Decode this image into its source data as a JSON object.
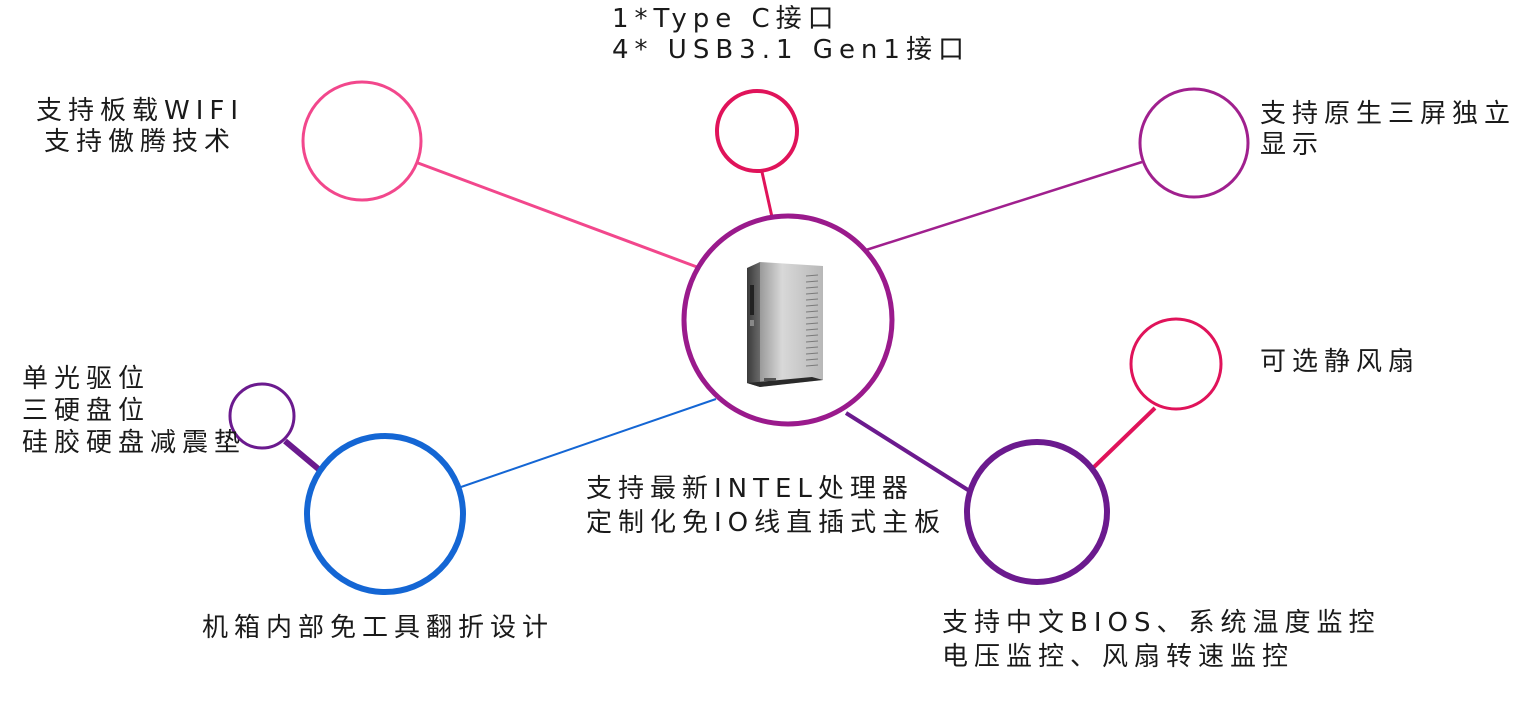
{
  "colors": {
    "pink": "#f2478c",
    "crimson": "#e0135a",
    "purple_center": "#9a1a8c",
    "magenta_purple": "#a0208e",
    "violet": "#6b1a8e",
    "blue": "#1466d4"
  },
  "center_image": "pc-case-icon",
  "features": {
    "ports": [
      "1*Type C接口",
      "4* USB3.1 Gen1接口"
    ],
    "wifi": [
      "支持板载WIFI",
      "支持傲腾技术"
    ],
    "display": [
      "支持原生三屏独立",
      "显示"
    ],
    "fan": [
      "可选静风扇"
    ],
    "drive": [
      "单光驱位",
      "三硬盘位",
      "硅胶硬盘减震垫"
    ],
    "cpu": [
      "支持最新INTEL处理器",
      "定制化免IO线直插式主板"
    ],
    "case": [
      "机箱内部免工具翻折设计"
    ],
    "bios": [
      "支持中文BIOS、系统温度监控",
      "电压监控、风扇转速监控"
    ]
  }
}
